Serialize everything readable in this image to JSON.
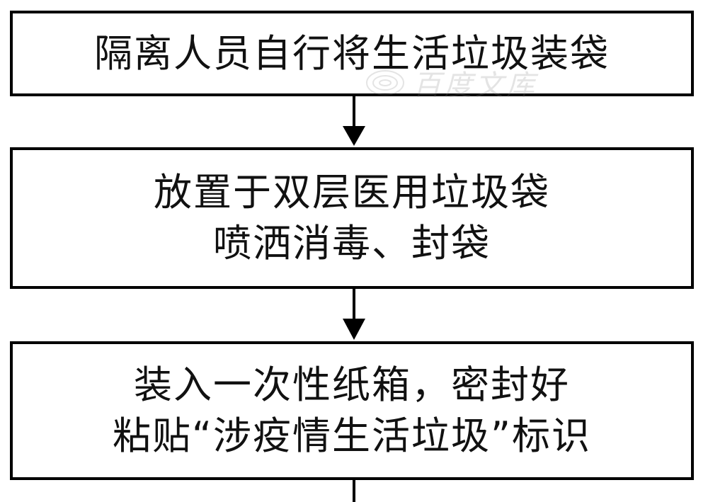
{
  "flowchart": {
    "steps": [
      {
        "lines": [
          "隔离人员自行将生活垃圾装袋"
        ]
      },
      {
        "lines": [
          "放置于双层医用垃圾袋",
          "喷洒消毒、封袋"
        ]
      },
      {
        "lines": [
          "装入一次性纸箱，密封好",
          "粘贴“涉疫情生活垃圾”标识"
        ]
      }
    ],
    "connector": "arrow-down"
  },
  "watermark": {
    "text": "百度文库"
  },
  "colors": {
    "border": "#000000",
    "text": "#111111",
    "background": "#ffffff"
  }
}
